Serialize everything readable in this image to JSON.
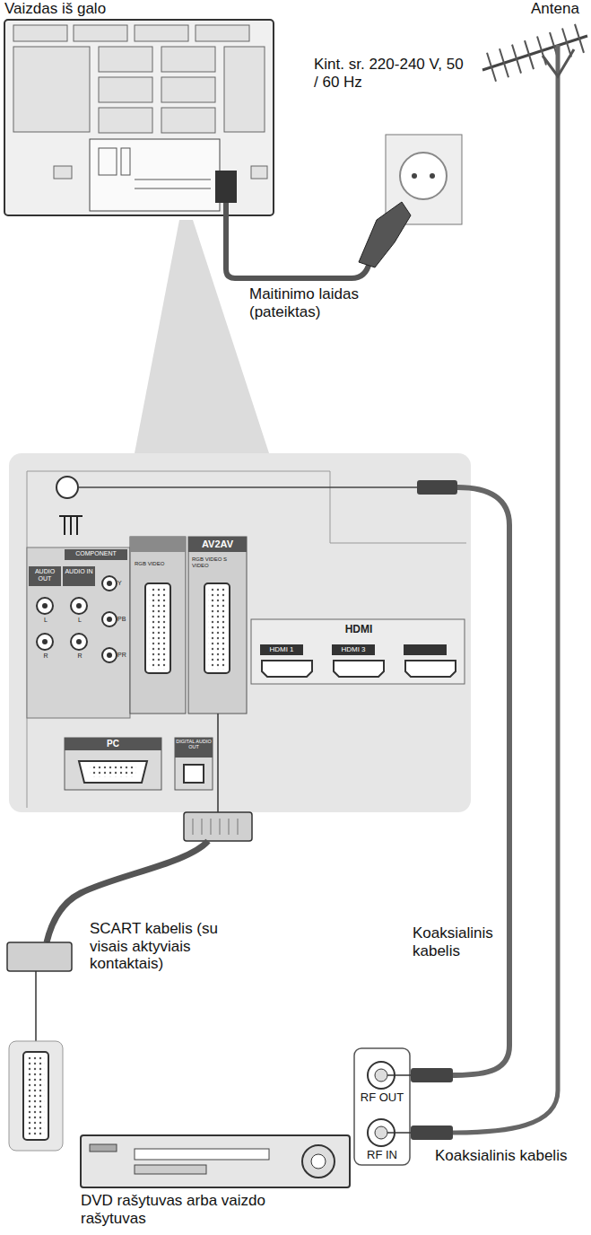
{
  "diagram": {
    "labels": [
      "Vaizdas iš galo",
      "Antena",
      "Kint. sr. 220-240 V, 50 / 60 Hz",
      "Maitinimo laidas (pateiktas)",
      "AV2AV",
      "RGB VIDEO",
      "RGB VIDEO S VIDEO",
      "COMPONENT",
      "AUDIO OUT",
      "AUDIO IN",
      "L",
      "R",
      "L",
      "R",
      "Y",
      "PB",
      "PR",
      "HDMI",
      "HDMI 1",
      "HDMI 3",
      "PC",
      "DIGITAL AUDIO OUT",
      "SCART kabelis (su visais aktyviais kontaktais)",
      "Koaksialinis kabelis",
      "RF OUT",
      "RF IN",
      "DVD rašytuvas arba vaizdo rašytuvas",
      "Koaksialinis kabelis"
    ]
  }
}
